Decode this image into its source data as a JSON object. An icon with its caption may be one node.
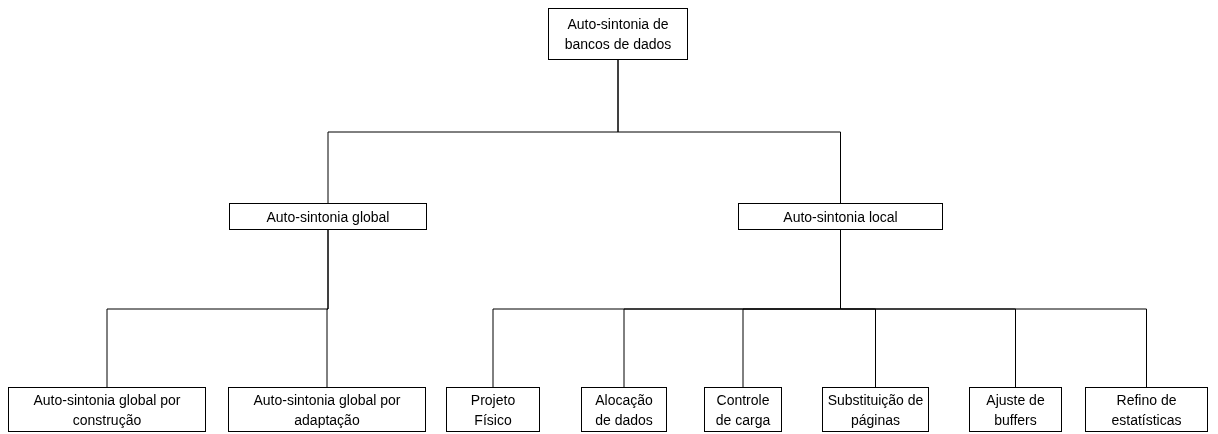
{
  "diagram": {
    "nodes": [
      {
        "text": [
          "Auto-sintonia de bancos de dados"
        ]
      },
      {
        "text": [
          "Auto-sintonia global"
        ]
      },
      {
        "text": [
          "Auto-sintonia local"
        ]
      },
      {
        "text": [
          "Auto-sintonia global por construção"
        ]
      },
      {
        "text": [
          "Auto-sintonia global por adaptação"
        ]
      },
      {
        "text": [
          "Projeto Físico"
        ]
      },
      {
        "text": [
          "Alocação de dados"
        ]
      },
      {
        "text": [
          "Controle de carga"
        ]
      },
      {
        "text": [
          "Substituição de páginas"
        ]
      },
      {
        "text": [
          "Ajuste de buffers"
        ]
      },
      {
        "text": [
          "Refino de estatísticas"
        ]
      }
    ],
    "edges": [
      {
        "from": 0,
        "to": 1,
        "arrow": "none"
      },
      {
        "from": 0,
        "to": 2,
        "arrow": "none"
      },
      {
        "from": 1,
        "to": 3,
        "arrow": "none"
      },
      {
        "from": 1,
        "to": 4,
        "arrow": "none"
      },
      {
        "from": 2,
        "to": 5,
        "arrow": "none"
      },
      {
        "from": 2,
        "to": 6,
        "arrow": "none"
      },
      {
        "from": 2,
        "to": 7,
        "arrow": "none"
      },
      {
        "from": 2,
        "to": 8,
        "arrow": "none"
      },
      {
        "from": 2,
        "to": 9,
        "arrow": "none"
      },
      {
        "from": 2,
        "to": 10,
        "arrow": "none"
      }
    ]
  }
}
